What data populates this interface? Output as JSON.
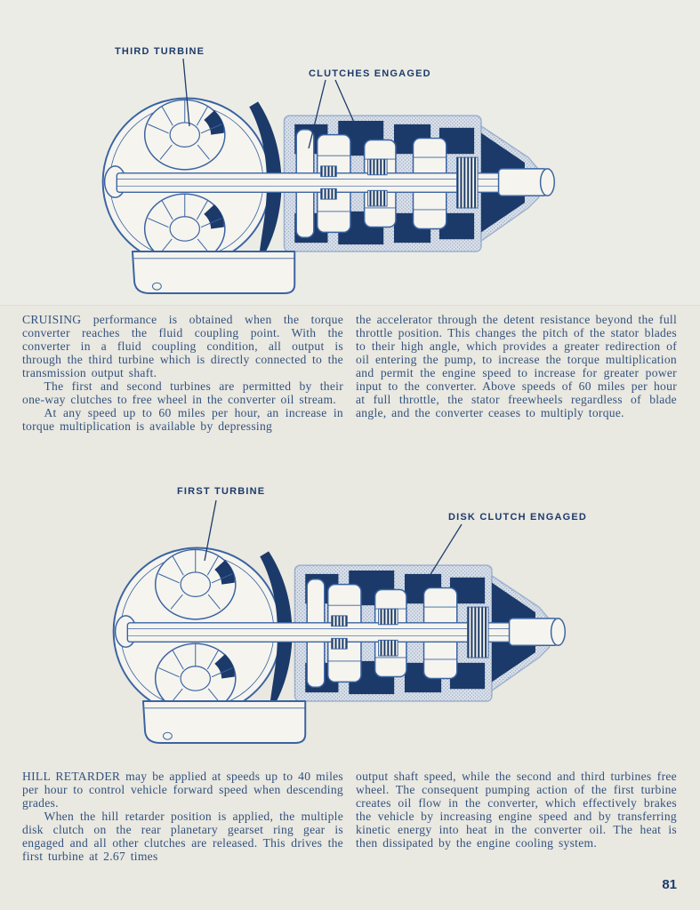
{
  "page": {
    "number": "81"
  },
  "colors": {
    "paper": "#e9e8e1",
    "figure_band": "#eceme6",
    "line_ink": "#3a63a2",
    "dark_fill": "#1b3a69",
    "body_text": "#33527d",
    "label_text": "#1d3b6b"
  },
  "figures": {
    "top": {
      "label_turbine": "THIRD TURBINE",
      "label_clutch": "CLUTCHES ENGAGED",
      "illustration": "transmission-cutaway"
    },
    "bottom": {
      "label_turbine": "FIRST TURBINE",
      "label_clutch": "DISK CLUTCH ENGAGED",
      "illustration": "transmission-cutaway"
    }
  },
  "sections": {
    "cruising": {
      "left": [
        "CRUISING performance is obtained when the torque converter reaches the fluid coupling point.  With the converter in a fluid coupling condition, all output is through the third turbine which is directly connected to the transmission output shaft.",
        "The first and second turbines are permitted by their one-way clutches to free wheel in the converter oil stream.",
        "At any speed up to 60 miles per hour, an increase in torque multiplication is available by depressing"
      ],
      "right": [
        "the accelerator through the detent resistance beyond the full throttle position.  This changes the pitch of the stator blades to their high angle, which provides a greater redirection of oil entering the pump, to increase the torque multiplication and permit the engine speed to increase for greater power input to the converter.  Above speeds of 60 miles per hour at full throttle, the stator freewheels regardless of blade angle, and the converter ceases to multiply torque."
      ]
    },
    "hill": {
      "left": [
        "HILL RETARDER may be applied at speeds up to 40 miles per hour to control vehicle forward speed when descending grades.",
        "When the hill retarder position is applied, the multiple disk clutch on the rear planetary gearset ring gear is engaged and all other clutches are released.  This drives the first turbine at 2.67 times"
      ],
      "right": [
        "output shaft speed, while the second and third turbines free wheel.  The consequent pumping action of the first turbine creates oil flow in the converter, which effectively brakes the vehicle by increasing engine speed and by transferring kinetic energy into heat in the converter oil.  The heat is then dissipated by the engine cooling system."
      ]
    }
  }
}
